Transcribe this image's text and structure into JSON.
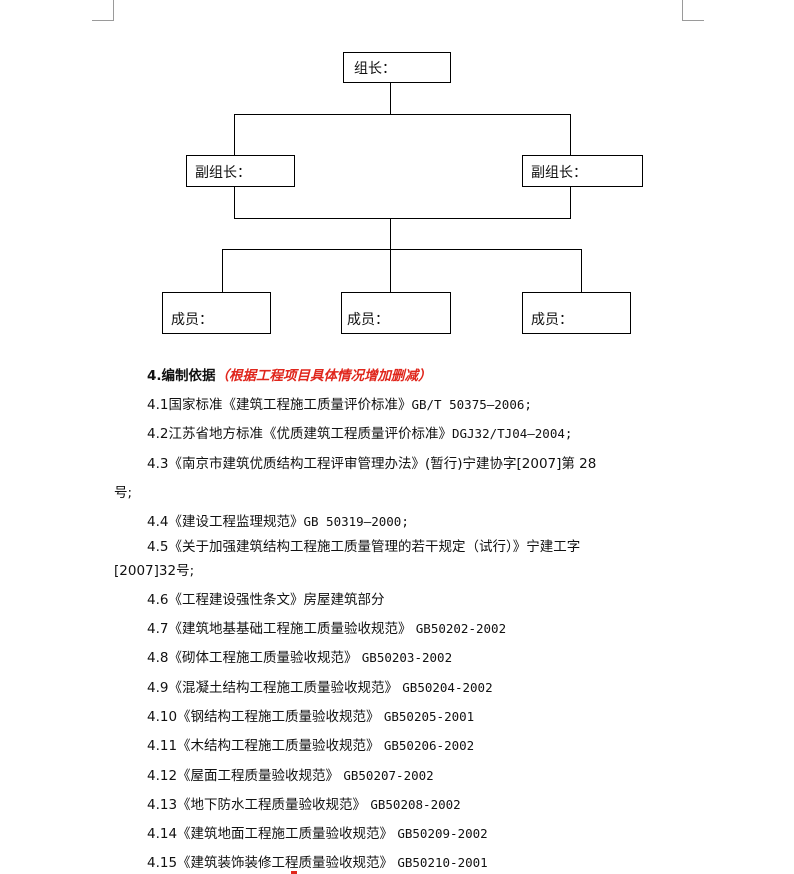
{
  "org_chart": {
    "leader_label": "组长：",
    "deputy_labels": [
      "副组长：",
      "副组长："
    ],
    "member_labels": [
      "成员：",
      "成员：",
      "成员："
    ]
  },
  "section": {
    "number_title": "4.编制依据",
    "note": "（根据工程项目具体情况增加删减）"
  },
  "items": [
    {
      "text": "4.1国家标准《建筑工程施工质量评价标准》",
      "code": "GB/T 50375—2006;"
    },
    {
      "text": "4.2江苏省地方标准《优质建筑工程质量评价标准》",
      "code": "DGJ32/TJ04—2004;"
    },
    {
      "text": "4.3《南京市建筑优质结构工程评审管理办法》(暂行)宁建协字[2007]第 28",
      "code": ""
    },
    {
      "text": "号;",
      "code": ""
    },
    {
      "text": "4.4《建设工程监理规范》",
      "code": "GB 50319—2000;"
    },
    {
      "text": "4.5《关于加强建筑结构工程施工质量管理的若干规定（试行）》宁建工字",
      "code": ""
    },
    {
      "text": "[2007]32号;",
      "code": ""
    },
    {
      "text": "4.6《工程建设强性条文》房屋建筑部分",
      "code": ""
    },
    {
      "text": "4.7《建筑地基基础工程施工质量验收规范》",
      "code": "GB50202-2002"
    },
    {
      "text": "4.8《砌体工程施工质量验收规范》",
      "code": "GB50203-2002"
    },
    {
      "text": "4.9《混凝土结构工程施工质量验收规范》",
      "code": "GB50204-2002"
    },
    {
      "text": "4.10《钢结构工程施工质量验收规范》",
      "code": "GB50205-2001"
    },
    {
      "text": "4.11《木结构工程施工质量验收规范》",
      "code": "GB50206-2002"
    },
    {
      "text": "4.12《屋面工程质量验收规范》",
      "code": "GB50207-2002"
    },
    {
      "text": "4.13《地下防水工程质量验收规范》",
      "code": "GB50208-2002"
    },
    {
      "text": "4.14《建筑地面工程施工质量验收规范》",
      "code": "GB50209-2002"
    },
    {
      "text": "4.15《建筑装饰装修工程质量验收规范》",
      "code": "GB50210-2001"
    }
  ]
}
